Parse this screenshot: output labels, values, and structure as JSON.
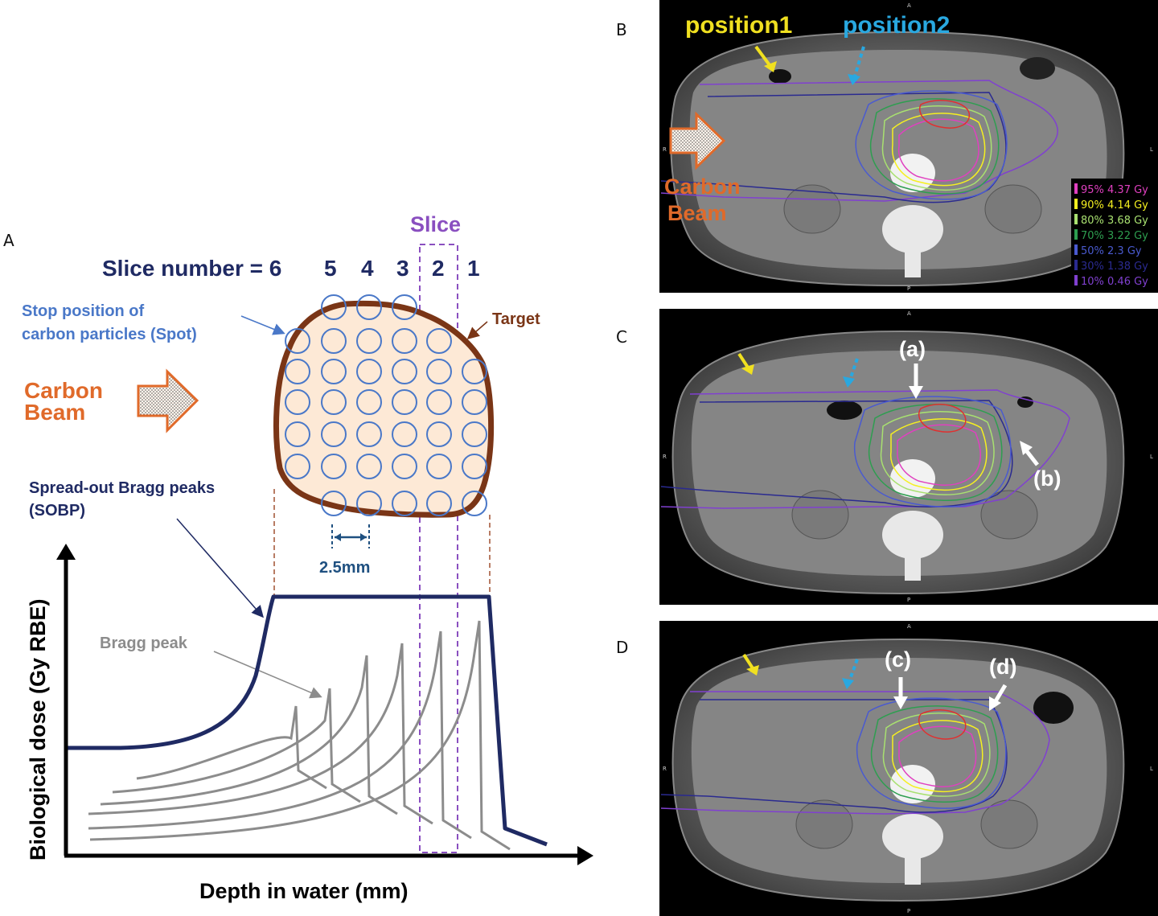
{
  "panel_letters": {
    "a": "A",
    "b": "B",
    "c": "C",
    "d": "D"
  },
  "panel_a": {
    "slice_label": "Slice",
    "slice_number_label": "Slice number = 6",
    "slice_numbers": [
      "5",
      "4",
      "3",
      "2",
      "1"
    ],
    "spot_label_line1": "Stop position of",
    "spot_label_line2": "carbon particles (Spot)",
    "target_label": "Target",
    "beam_label_line1": "Carbon",
    "beam_label_line2": "Beam",
    "sobp_line1": "Spread-out Bragg peaks",
    "sobp_line2": "(SOBP)",
    "spacing_label": "2.5mm",
    "bragg_label": "Bragg peak",
    "y_axis_label": "Biological dose (Gy RBE)",
    "x_axis_label": "Depth in water (mm)"
  },
  "panel_b": {
    "position1": "position1",
    "position2": "position2",
    "beam_line1": "Carbon",
    "beam_line2": "Beam",
    "legend": [
      {
        "text": "95% 4.37 Gy",
        "color": "#e040c0"
      },
      {
        "text": "90% 4.14 Gy",
        "color": "#f5f020"
      },
      {
        "text": "80% 3.68 Gy",
        "color": "#a8e070"
      },
      {
        "text": "70% 3.22 Gy",
        "color": "#2e9e50"
      },
      {
        "text": "50% 2.3 Gy",
        "color": "#4a5ad0"
      },
      {
        "text": "30% 1.38 Gy",
        "color": "#2a2a90"
      },
      {
        "text": "10% 0.46 Gy",
        "color": "#8040d0"
      }
    ]
  },
  "panel_c": {
    "marker_a": "(a)",
    "marker_b": "(b)"
  },
  "panel_d": {
    "marker_c": "(c)",
    "marker_d": "(d)"
  },
  "ct_orientation": {
    "top": "A",
    "bottom": "P",
    "left": "R",
    "right": "L"
  },
  "colors": {
    "navy": "#1f2a63",
    "target_outline": "#7a3516",
    "target_fill": "#fde9d6",
    "spot": "#4a78c8",
    "beam_orange": "#e06a2a",
    "slice_purple": "#8a4fc0",
    "bragg_gray": "#8c8c8c",
    "position1_yellow": "#f0e020",
    "position2_blue": "#29a8e0"
  }
}
